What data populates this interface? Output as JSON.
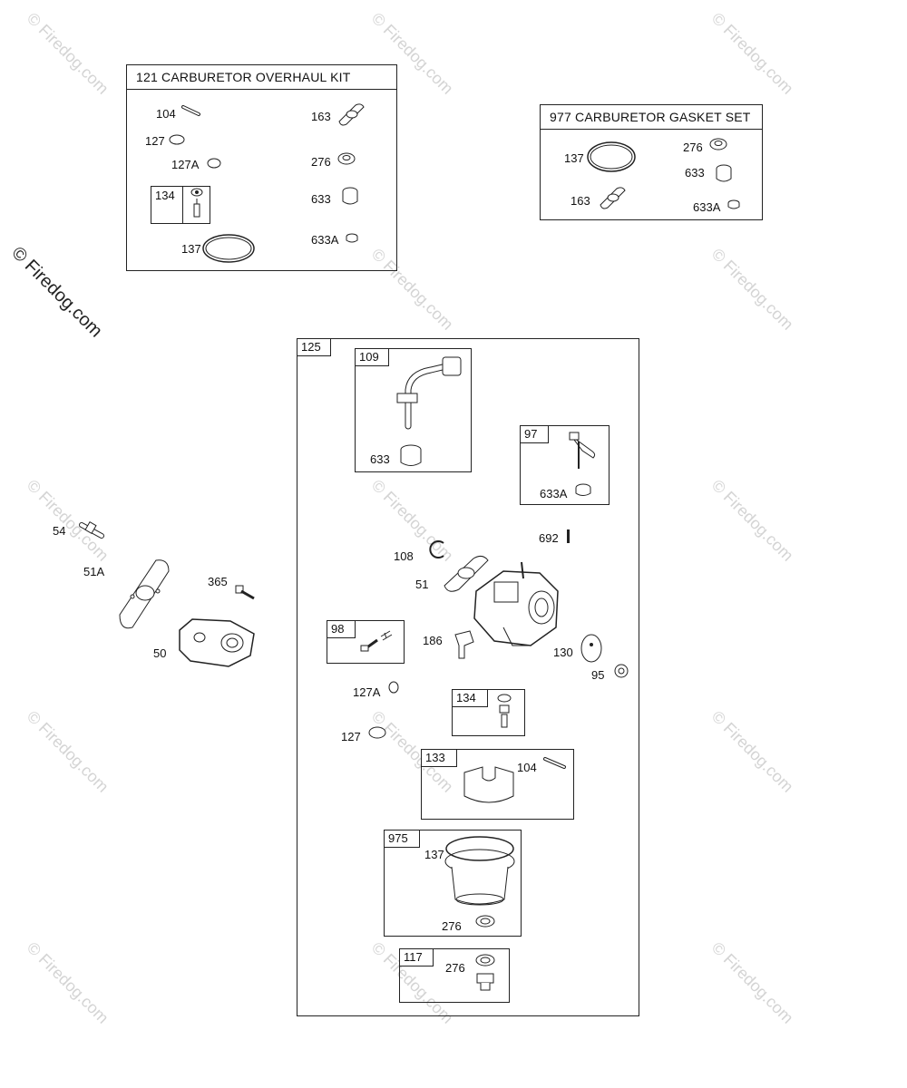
{
  "watermark": {
    "side_text": "© Firedog.com",
    "tile_text": "© Firedog.com"
  },
  "overhaul_kit": {
    "title": "121 CARBURETOR OVERHAUL KIT",
    "labels": [
      "104",
      "127",
      "127A",
      "137",
      "163",
      "276",
      "633",
      "633A"
    ],
    "inner_tag": "134"
  },
  "gasket_set": {
    "title": "977 CARBURETOR GASKET SET",
    "labels": [
      "137",
      "163",
      "276",
      "633",
      "633A"
    ]
  },
  "main_assembly": {
    "tag": "125",
    "sub_109": {
      "tag": "109",
      "label": "633"
    },
    "sub_97": {
      "tag": "97",
      "label": "633A"
    },
    "sub_98": {
      "tag": "98"
    },
    "sub_134": {
      "tag": "134"
    },
    "sub_133": {
      "tag": "133",
      "label": "104"
    },
    "sub_975": {
      "tag": "975",
      "labels": [
        "137",
        "276"
      ]
    },
    "sub_117": {
      "tag": "117",
      "label": "276"
    },
    "labels": {
      "p692": "692",
      "p108": "108",
      "p51": "51",
      "p186": "186",
      "p130": "130",
      "p95": "95",
      "p127A": "127A",
      "p127": "127"
    }
  },
  "loose_parts": {
    "p54": "54",
    "p51A": "51A",
    "p365": "365",
    "p50": "50"
  }
}
